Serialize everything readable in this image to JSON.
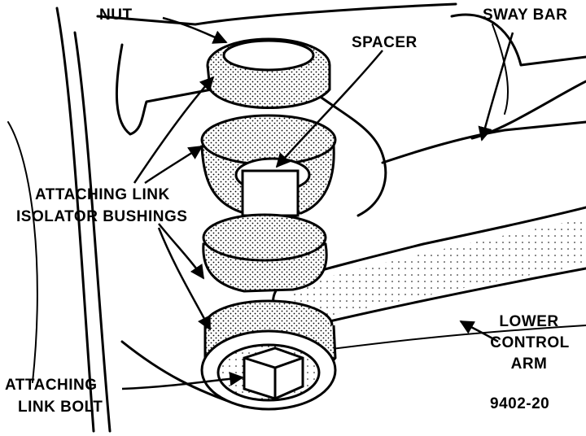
{
  "labels": {
    "nut": "NUT",
    "spacer": "SPACER",
    "sway_bar": "SWAY BAR",
    "isolator_line1": "ATTACHING LINK",
    "isolator_line2": "ISOLATOR BUSHINGS",
    "lower_line1": "LOWER",
    "lower_line2": "CONTROL",
    "lower_line3": "ARM",
    "bolt_line1": "ATTACHING",
    "bolt_line2": "LINK BOLT",
    "figure_number": "9402-20"
  },
  "colors": {
    "ink": "#000000",
    "paper": "#ffffff"
  }
}
